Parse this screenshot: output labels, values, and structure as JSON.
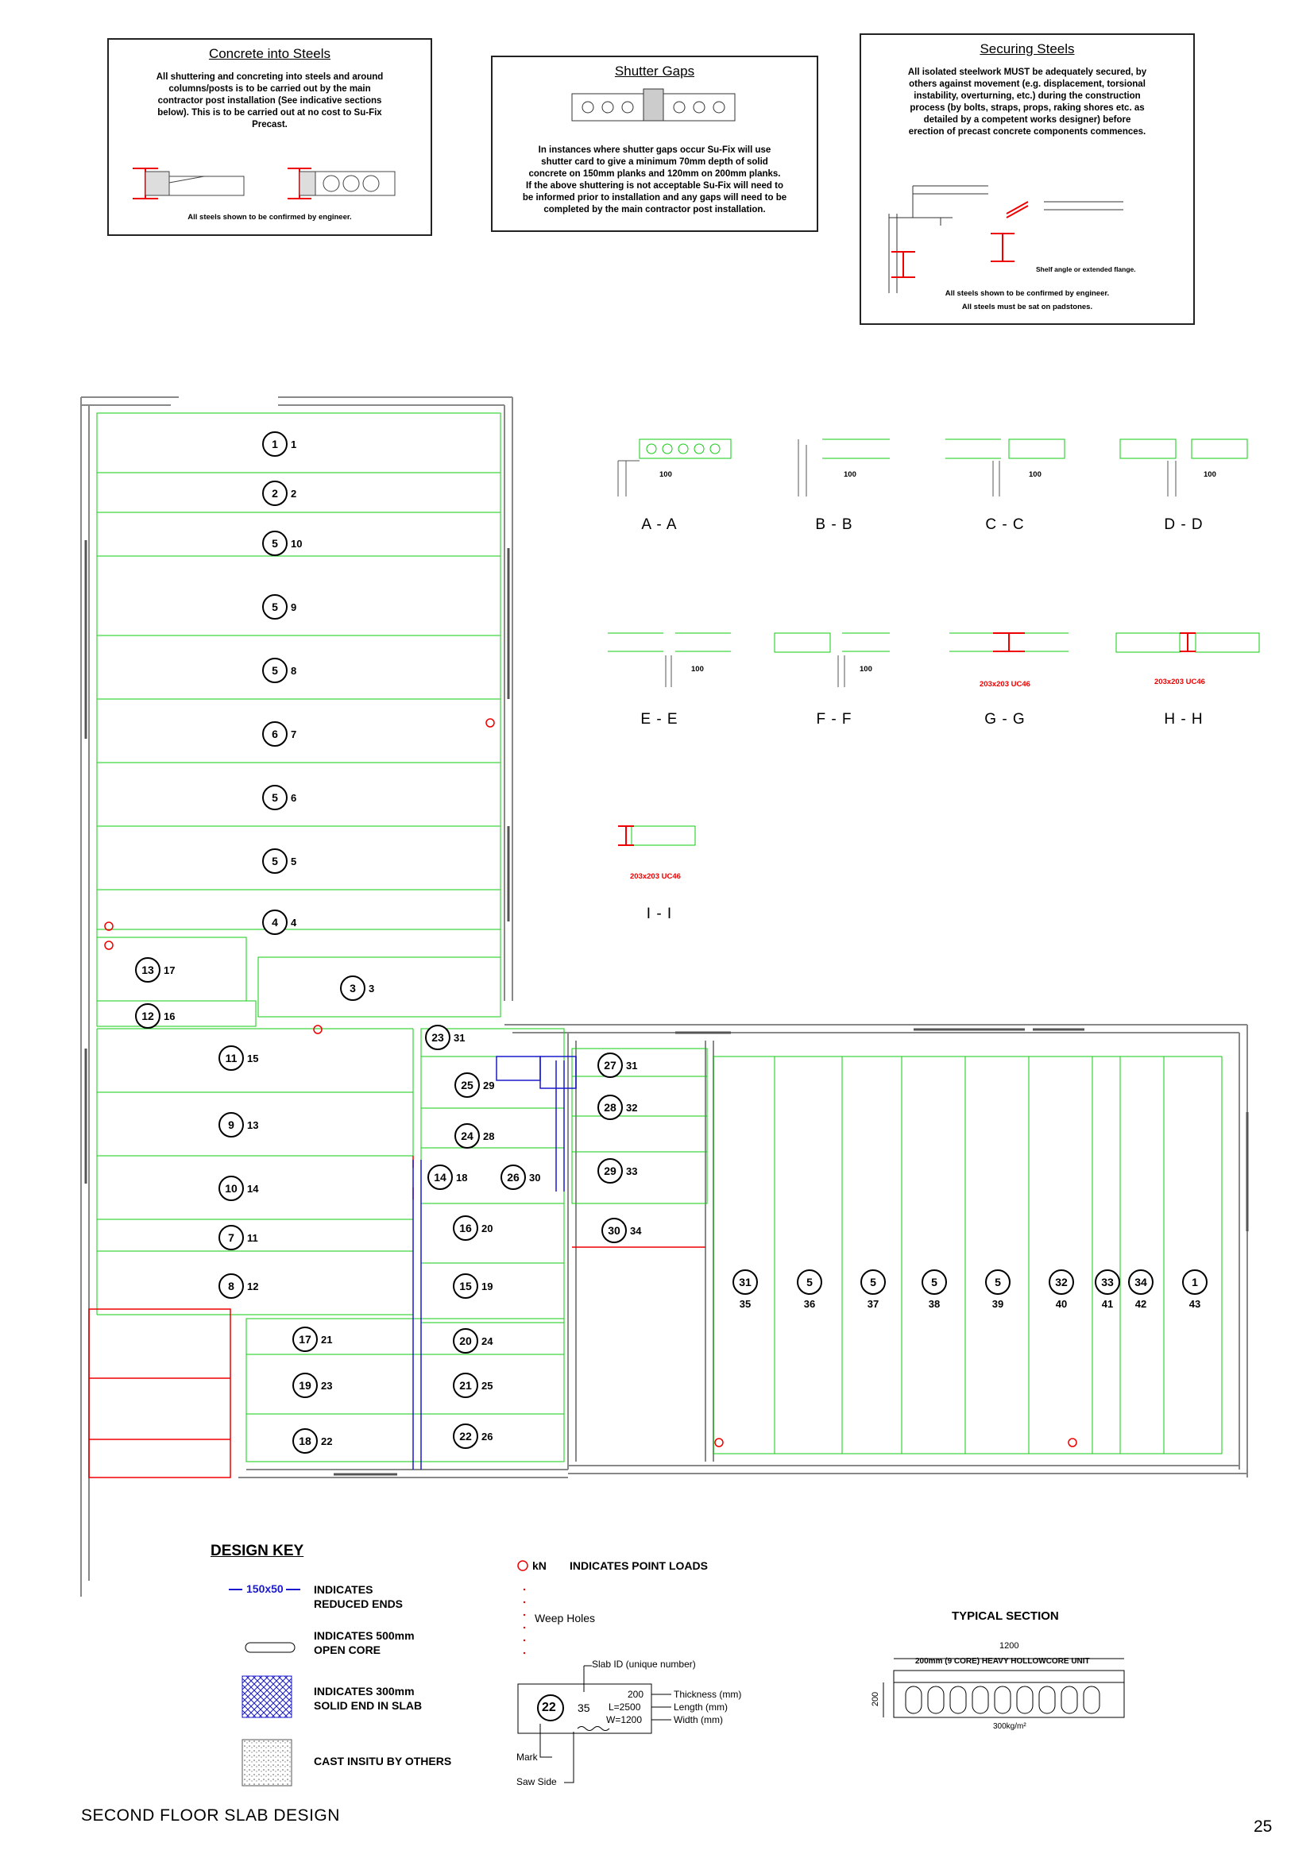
{
  "notes": {
    "concrete": {
      "title": "Concrete into Steels",
      "lines": [
        "All shuttering and concreting into steels and around",
        "columns/posts is to be carried out by the main",
        "contractor post installation (See indicative sections",
        "below). This is to be carried out at no cost to Su-Fix",
        "Precast."
      ],
      "footer": "All steels shown to be confirmed by engineer."
    },
    "shutter": {
      "title": "Shutter Gaps",
      "lines": [
        "In instances where shutter gaps occur Su-Fix will use",
        "shutter card to give a minimum 70mm depth of solid",
        "concrete on 150mm planks and 120mm on 200mm planks.",
        "If the above shuttering is not acceptable Su-Fix will need to",
        "be informed prior to installation and any gaps will need to be",
        "completed by the main contractor post installation."
      ]
    },
    "securing": {
      "title": "Securing Steels",
      "lines": [
        "All isolated steelwork MUST be adequately secured, by",
        "others against movement (e.g. displacement, torsional",
        "instability, overturning, etc.) during the construction",
        "process (by bolts, straps, props, raking shores etc. as",
        "detailed by a competent works designer) before",
        "erection of precast concrete components commences."
      ],
      "shelf_note": "Shelf angle or extended flange.",
      "footer1": "All steels shown to be confirmed by engineer.",
      "footer2": "All steels must be sat on padstones."
    }
  },
  "sections": {
    "labels": [
      "A - A",
      "B - B",
      "C - C",
      "D - D",
      "E - E",
      "F - F",
      "G - G",
      "H - H",
      "I - I"
    ],
    "dim": "100",
    "steel": "203x203 UC46"
  },
  "plan": {
    "slabs_left": [
      {
        "mark": "1",
        "id": "1"
      },
      {
        "mark": "2",
        "id": "2"
      },
      {
        "mark": "5",
        "id": "10"
      },
      {
        "mark": "5",
        "id": "9"
      },
      {
        "mark": "5",
        "id": "8"
      },
      {
        "mark": "6",
        "id": "7"
      },
      {
        "mark": "5",
        "id": "6"
      },
      {
        "mark": "5",
        "id": "5"
      },
      {
        "mark": "4",
        "id": "4"
      },
      {
        "mark": "3",
        "id": "3"
      },
      {
        "mark": "13",
        "id": "17"
      },
      {
        "mark": "12",
        "id": "16"
      },
      {
        "mark": "11",
        "id": "15"
      },
      {
        "mark": "9",
        "id": "13"
      },
      {
        "mark": "10",
        "id": "14"
      },
      {
        "mark": "7",
        "id": "11"
      },
      {
        "mark": "8",
        "id": "12"
      }
    ],
    "slabs_mid": [
      {
        "mark": "23",
        "id": "31"
      },
      {
        "mark": "25",
        "id": "29"
      },
      {
        "mark": "24",
        "id": "28"
      },
      {
        "mark": "14",
        "id": "18"
      },
      {
        "mark": "26",
        "id": "30"
      },
      {
        "mark": "16",
        "id": "20"
      },
      {
        "mark": "15",
        "id": "19"
      },
      {
        "mark": "17",
        "id": "21"
      },
      {
        "mark": "19",
        "id": "23"
      },
      {
        "mark": "18",
        "id": "22"
      },
      {
        "mark": "20",
        "id": "24"
      },
      {
        "mark": "21",
        "id": "25"
      },
      {
        "mark": "22",
        "id": "26"
      },
      {
        "mark": "27",
        "id": "31"
      },
      {
        "mark": "28",
        "id": "32"
      },
      {
        "mark": "29",
        "id": "33"
      },
      {
        "mark": "30",
        "id": "34"
      }
    ],
    "slabs_right": [
      {
        "mark": "31",
        "id": "35"
      },
      {
        "mark": "5",
        "id": "36"
      },
      {
        "mark": "5",
        "id": "37"
      },
      {
        "mark": "5",
        "id": "38"
      },
      {
        "mark": "5",
        "id": "39"
      },
      {
        "mark": "32",
        "id": "40"
      },
      {
        "mark": "33",
        "id": "41"
      },
      {
        "mark": "34",
        "id": "42"
      },
      {
        "mark": "1",
        "id": "43"
      }
    ]
  },
  "key": {
    "title": "DESIGN KEY",
    "reduced_dim": "150x50",
    "reduced": [
      "INDICATES",
      "REDUCED ENDS"
    ],
    "open_core": [
      "INDICATES 500mm",
      "OPEN CORE"
    ],
    "solid_end": [
      "INDICATES 300mm",
      "SOLID END IN SLAB"
    ],
    "cast": "CAST INSITU BY OTHERS",
    "point_loads_kn": "kN",
    "point_loads": "INDICATES POINT LOADS",
    "weep": "Weep Holes",
    "example": {
      "slab_id_label": "Slab ID (unique number)",
      "mark": "22",
      "id": "35",
      "thickness": "200",
      "length": "L=2500",
      "width": "W=1200",
      "thickness_label": "Thickness (mm)",
      "length_label": "Length (mm)",
      "width_label": "Width (mm)",
      "mark_label": "Mark",
      "saw_label": "Saw Side"
    }
  },
  "typical": {
    "title": "TYPICAL SECTION",
    "width": "1200",
    "unit": "200mm (9 CORE) HEAVY HOLLOWCORE UNIT",
    "depth": "200",
    "weight": "300kg/m²"
  },
  "footer": {
    "title": "SECOND FLOOR SLAB DESIGN",
    "page": "25"
  }
}
